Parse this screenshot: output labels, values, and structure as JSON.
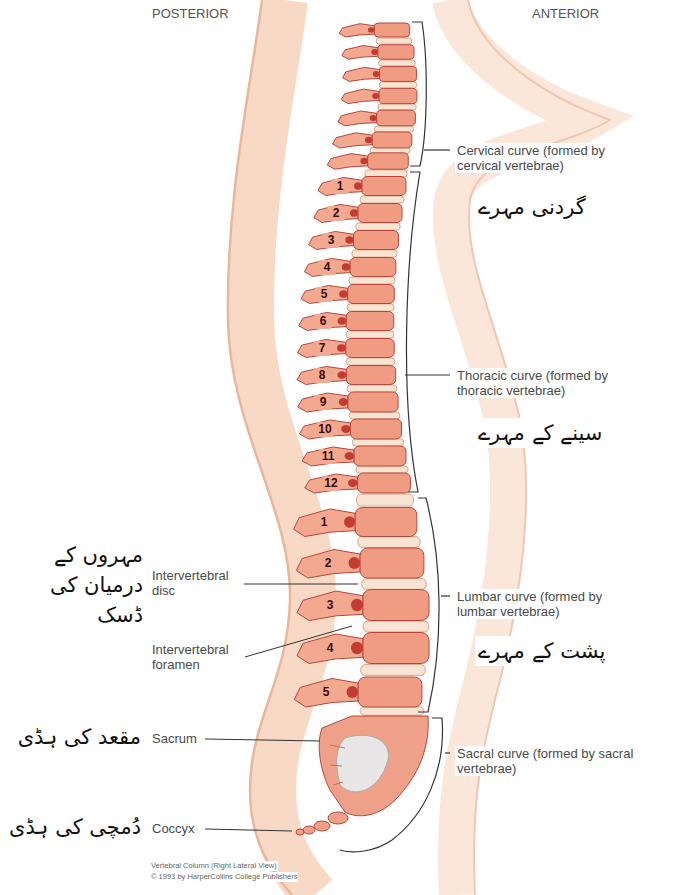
{
  "diagram": {
    "labels": [
      "POSTERIOR",
      "ANTERIOR",
      "Cervical curve (formed by cervical vertebrae)",
      "گردنی مہرے",
      "1",
      "2",
      "3",
      "4",
      "5",
      "6",
      "7",
      "8",
      "9",
      "10",
      "11",
      "12",
      "Thoracic curve (formed by thoracic vertebrae)",
      "سینے کے مہرے",
      "مہروں کے درمیان کی ڈسک",
      "Intervertebral disc",
      "1",
      "2",
      "3",
      "4",
      "5",
      "Lumbar curve (formed by lumbar vertebrae)",
      "Intervertebral foramen",
      "پشت کے مہرے",
      "مقعد کی ہڈی",
      "Sacrum",
      "Sacral curve (formed by sacral vertebrae)",
      "دُمچی کی ہڈی",
      "Coccyx",
      "Vertebral Column (Right Lateral View)",
      "© 1993 by HarperCollins College Publishers"
    ]
  }
}
